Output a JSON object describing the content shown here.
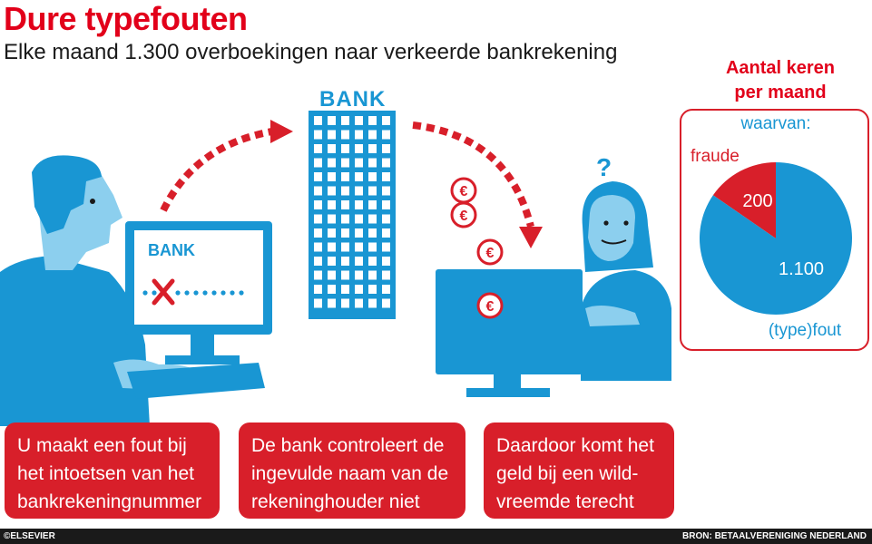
{
  "header": {
    "title": "Dure typefouten",
    "subtitle": "Elke maand 1.300 overboekingen naar verkeerde bankrekening"
  },
  "illustration": {
    "bank_sign": "BANK",
    "screen_bank_label": "BANK",
    "question_mark": "?",
    "euro_symbol": "€"
  },
  "captions": [
    {
      "lines": [
        "U maakt een fout bij",
        "het intoetsen van het",
        "bankrekeningnummer"
      ]
    },
    {
      "lines": [
        "De bank controleert de",
        "ingevulde naam van de",
        "rekeninghouder niet"
      ]
    },
    {
      "lines": [
        "Daardoor komt het",
        "geld bij een wild-",
        "vreemde terecht"
      ]
    }
  ],
  "chart_data": {
    "type": "pie",
    "title_lines": [
      "Aantal keren",
      "per maand"
    ],
    "subtitle": "waarvan:",
    "slices": [
      {
        "label": "fraude",
        "value": 200,
        "value_label": "200",
        "color": "#d81f2a"
      },
      {
        "label": "(type)fout",
        "value": 1100,
        "value_label": "1.100",
        "color": "#1996d3"
      }
    ]
  },
  "footer": {
    "left": "©ELSEVIER",
    "right": "BRON: BETAALVERENIGING NEDERLAND"
  },
  "colors": {
    "red": "#d81f2a",
    "blue": "#1996d3",
    "light_blue": "#8ccfee",
    "dark": "#1a1a1a"
  }
}
